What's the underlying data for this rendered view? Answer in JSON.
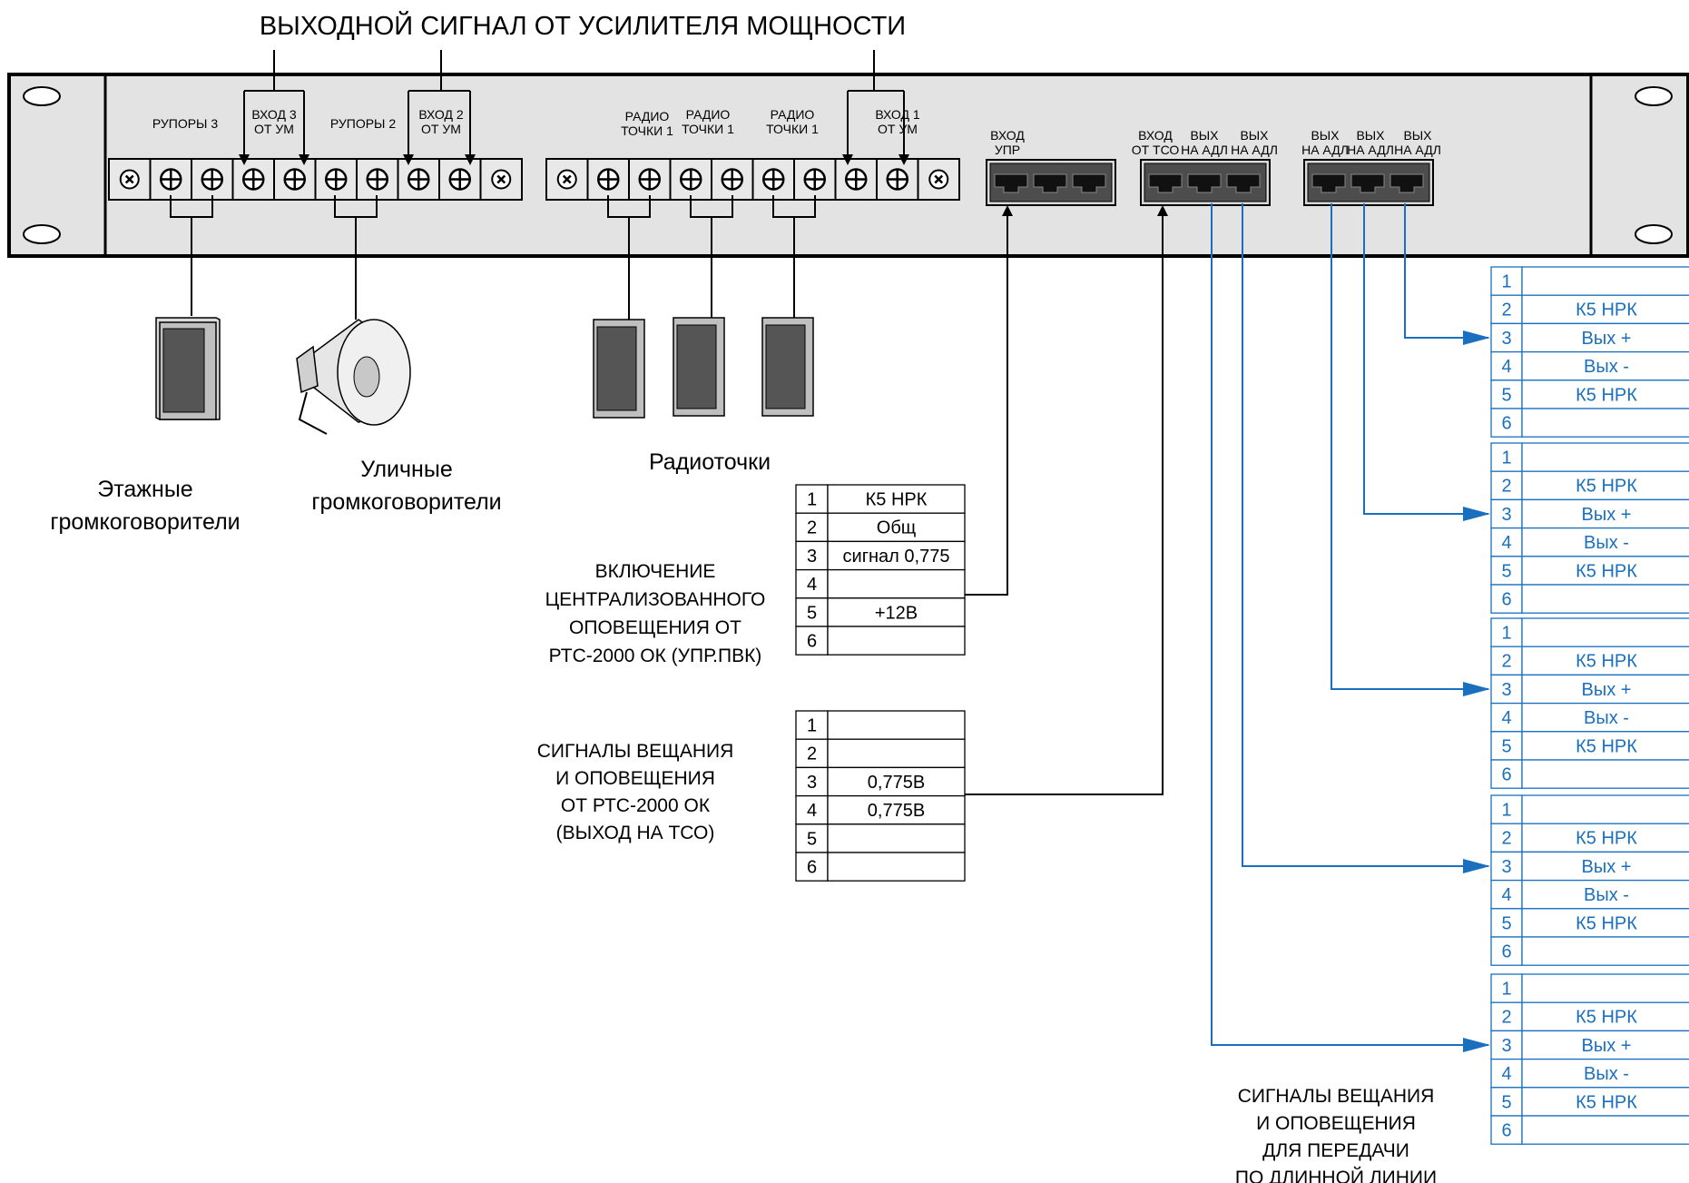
{
  "top_title": "ВЫХОДНОЙ СИГНАЛ ОТ УСИЛИТЕЛЯ МОЩНОСТИ",
  "panel": {
    "block_a_labels": [
      {
        "id": "rupory3",
        "lines": [
          "РУПОРЫ 3"
        ]
      },
      {
        "id": "vhod3",
        "lines": [
          "ВХОД 3",
          "ОТ УМ"
        ]
      },
      {
        "id": "rupory2",
        "lines": [
          "РУПОРЫ 2"
        ]
      },
      {
        "id": "vhod2",
        "lines": [
          "ВХОД 2",
          "ОТ УМ"
        ]
      }
    ],
    "block_b_labels": [
      {
        "id": "radio1",
        "lines": [
          "РАДИО",
          "ТОЧКИ 1"
        ]
      },
      {
        "id": "radio2",
        "lines": [
          "РАДИО",
          "ТОЧКИ 1"
        ]
      },
      {
        "id": "radio3",
        "lines": [
          "РАДИО",
          "ТОЧКИ 1"
        ]
      },
      {
        "id": "vhod1",
        "lines": [
          "ВХОД 1",
          "ОТ УМ"
        ]
      }
    ],
    "rj_group1_labels": [
      {
        "id": "vhod-upr",
        "lines": [
          "ВХОД",
          "УПР"
        ]
      }
    ],
    "rj_group2_labels": [
      {
        "id": "vhod-tso",
        "lines": [
          "ВХОД",
          "ОТ ТСО"
        ]
      },
      {
        "id": "vyh-adl-1",
        "lines": [
          "ВЫХ",
          "НА АДЛ"
        ]
      },
      {
        "id": "vyh-adl-2",
        "lines": [
          "ВЫХ",
          "НА АДЛ"
        ]
      }
    ],
    "rj_group3_labels": [
      {
        "id": "vyh-adl-3",
        "lines": [
          "ВЫХ",
          "НА АДЛ"
        ]
      },
      {
        "id": "vyh-adl-4",
        "lines": [
          "ВЫХ",
          "НА АДЛ"
        ]
      },
      {
        "id": "vyh-adl-5",
        "lines": [
          "ВЫХ",
          "НА АДЛ"
        ]
      }
    ]
  },
  "devices": {
    "floor_speakers": [
      "Этажные",
      "громкоговорители"
    ],
    "street_speakers": [
      "Уличные",
      "громкоговорители"
    ],
    "radio_points": [
      "Радиоточки"
    ]
  },
  "upr_block": {
    "caption": [
      "ВКЛЮЧЕНИЕ",
      "ЦЕНТРАЛИЗОВАННОГО",
      "ОПОВЕЩЕНИЯ ОТ",
      "РТС-2000 ОК (УПР.ПВК)"
    ],
    "rows": [
      [
        "1",
        "К5 НРК"
      ],
      [
        "2",
        "Общ"
      ],
      [
        "3",
        "сигнал 0,775"
      ],
      [
        "4",
        ""
      ],
      [
        "5",
        "+12В"
      ],
      [
        "6",
        ""
      ]
    ]
  },
  "tso_block": {
    "caption": [
      "СИГНАЛЫ ВЕЩАНИЯ",
      "И ОПОВЕЩЕНИЯ",
      "ОТ РТС-2000 ОК",
      "(ВЫХОД НА ТСО)"
    ],
    "rows": [
      [
        "1",
        ""
      ],
      [
        "2",
        ""
      ],
      [
        "3",
        "0,775В"
      ],
      [
        "4",
        "0,775В"
      ],
      [
        "5",
        ""
      ],
      [
        "6",
        ""
      ]
    ]
  },
  "adl_rows": [
    [
      "1",
      ""
    ],
    [
      "2",
      "К5 НРК"
    ],
    [
      "3",
      "Вых +"
    ],
    [
      "4",
      "Вых -"
    ],
    [
      "5",
      "К5 НРК"
    ],
    [
      "6",
      ""
    ]
  ],
  "adl_tables_count": 5,
  "bottom_caption": [
    "СИГНАЛЫ ВЕЩАНИЯ",
    "И ОПОВЕЩЕНИЯ",
    "ДЛЯ ПЕРЕДАЧИ",
    "ПО ДЛИННОЙ ЛИНИИ"
  ],
  "colors": {
    "line": "#000000",
    "blue": "#1a6fbf",
    "panel": "#e3e3e3",
    "port": "#555555",
    "device": "#555555"
  }
}
